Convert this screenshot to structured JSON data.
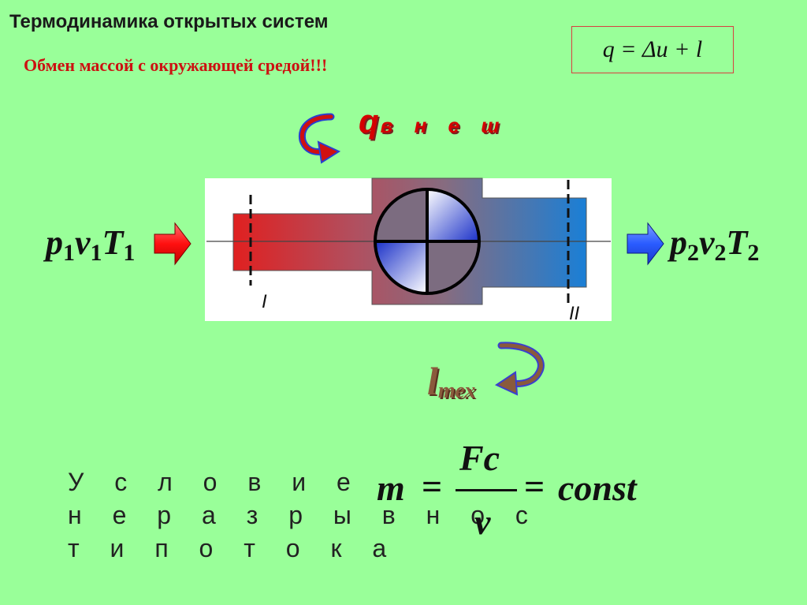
{
  "header": {
    "title": "Термодинамика открытых систем",
    "subtitle": "Обмен массой с окружающей средой!!!"
  },
  "first_law": "q = Δu + l",
  "heat": {
    "symbol": "q",
    "subscript": "в н е ш",
    "color": "#d40000"
  },
  "work": {
    "symbol": "l",
    "subscript": "тех",
    "color": "#8a5a3c"
  },
  "state_in": {
    "p": "p",
    "p_sub": "1",
    "v": "v",
    "v_sub": "1",
    "T": "T",
    "T_sub": "1"
  },
  "state_out": {
    "p": "p",
    "p_sub": "2",
    "v": "v",
    "v_sub": "2",
    "T": "T",
    "T_sub": "2"
  },
  "sections": {
    "inlet": "I",
    "outlet": "II"
  },
  "condition": {
    "lines": [
      "У с л о в и е",
      "н е р а з р ы в н о с",
      "т и п о т о к а"
    ]
  },
  "equation": {
    "lhs": "m",
    "eq": "=",
    "numerator": "Fc",
    "denominator": "v",
    "rhs": "const"
  },
  "colors": {
    "background": "#99ff99",
    "hot": "#e02020",
    "cold": "#1a7fd6",
    "machine": "#86707e",
    "arrow_in": "#ff2020",
    "arrow_out": "#3060ff"
  }
}
